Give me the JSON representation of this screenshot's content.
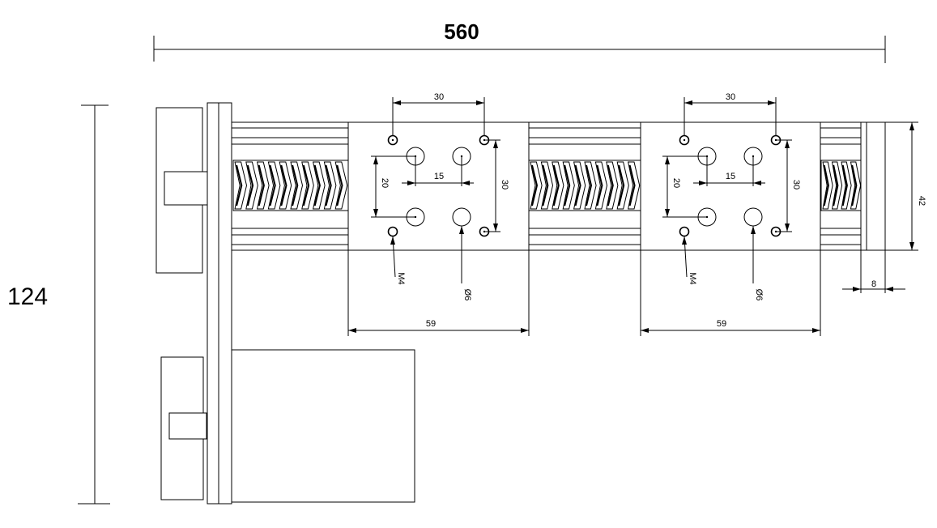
{
  "drawing": {
    "overall_length_label": "560",
    "overall_height_label": "124"
  },
  "carriages": [
    {
      "hole_spacing_top": "30",
      "hole_spacing_inner": "15",
      "hole_spacing_left_vertical": "20",
      "hole_spacing_right_vertical": "30",
      "thread_label": "M4",
      "bore_label": "Ø6",
      "width_label": "59"
    },
    {
      "hole_spacing_top": "30",
      "hole_spacing_inner": "15",
      "hole_spacing_left_vertical": "20",
      "hole_spacing_right_vertical": "30",
      "thread_label": "M4",
      "bore_label": "Ø6",
      "width_label": "59"
    }
  ],
  "end_block": {
    "height_label": "42",
    "thickness_label": "8"
  }
}
